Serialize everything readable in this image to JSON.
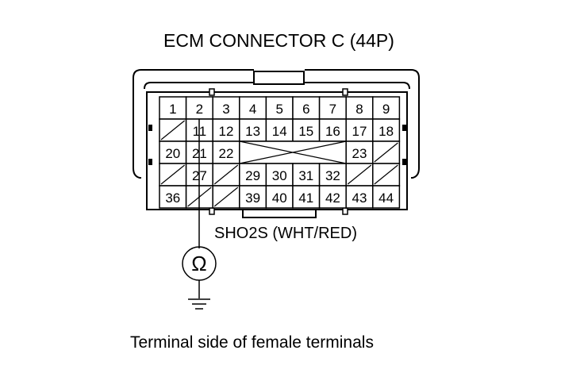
{
  "title": "ECM CONNECTOR C (44P)",
  "wire_label": "SHO2S (WHT/RED)",
  "caption": "Terminal side of female terminals",
  "meter_symbol": "Ω",
  "pins": [
    "1",
    "2",
    "3",
    "4",
    "5",
    "6",
    "7",
    "8",
    "9",
    "11",
    "12",
    "13",
    "14",
    "15",
    "16",
    "17",
    "18",
    "20",
    "21",
    "22",
    "23",
    "27",
    "29",
    "30",
    "31",
    "32",
    "36",
    "39",
    "40",
    "41",
    "42",
    "43",
    "44"
  ],
  "tested_pin": "2",
  "meter_icon": "ohmmeter-icon",
  "ground_icon": "ground-icon"
}
